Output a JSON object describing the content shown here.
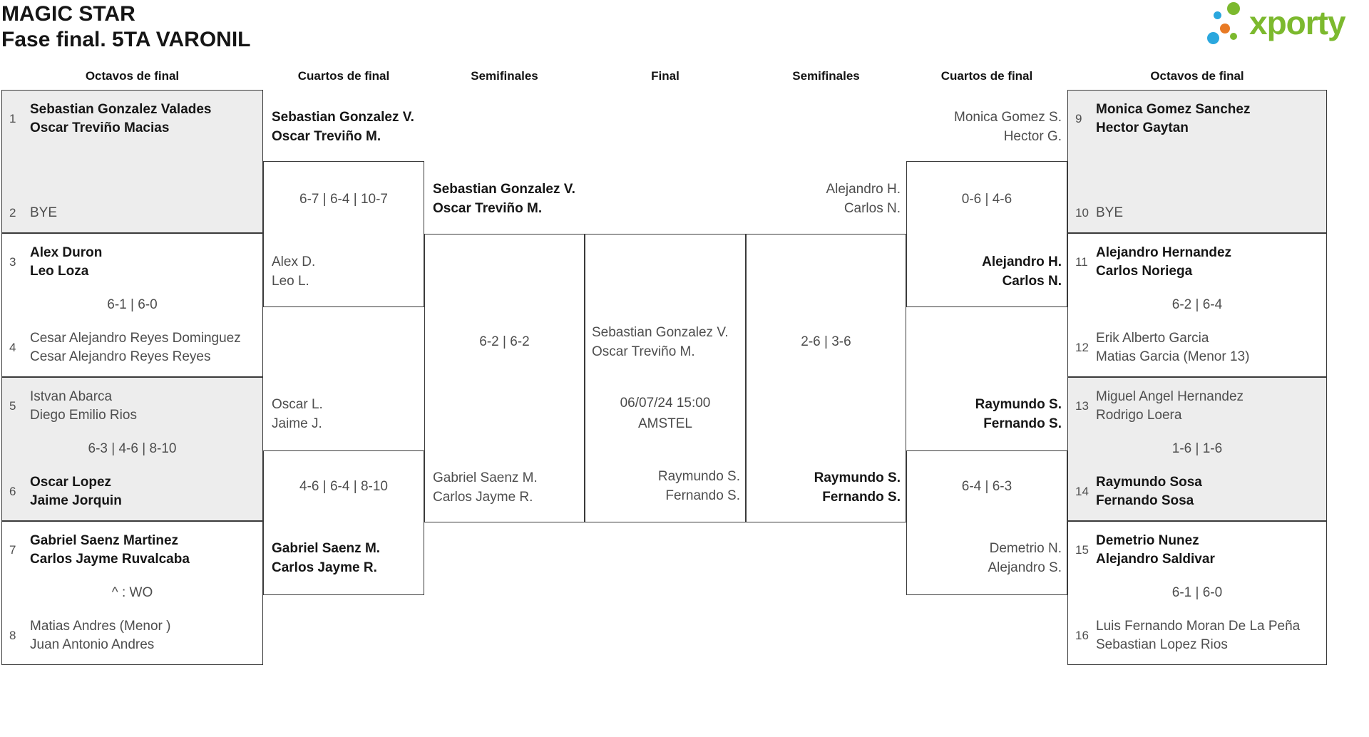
{
  "title": {
    "line1": "MAGIC STAR",
    "line2": "Fase final. 5TA VARONIL"
  },
  "logo": {
    "text": "xporty"
  },
  "colors": {
    "logo_green": "#7cb92e",
    "logo_blue": "#2aa7de",
    "logo_orange": "#e87a24",
    "box_gray": "#ededed",
    "border": "#3a3a3a"
  },
  "round_headers": [
    "Octavos de final",
    "Cuartos de final",
    "Semifinales",
    "Final",
    "Semifinales",
    "Cuartos de final",
    "Octavos de final"
  ],
  "octavos_left": [
    {
      "seed_top": "1",
      "team_top": [
        "Sebastian Gonzalez Valades",
        "Oscar Treviño Macias"
      ],
      "score": "",
      "seed_bottom": "2",
      "team_bottom": [
        "BYE"
      ]
    },
    {
      "seed_top": "3",
      "team_top": [
        "Alex Duron",
        "Leo Loza"
      ],
      "score": "6-1 | 6-0",
      "seed_bottom": "4",
      "team_bottom": [
        "Cesar Alejandro Reyes Dominguez",
        "Cesar Alejandro Reyes Reyes"
      ]
    },
    {
      "seed_top": "5",
      "team_top": [
        "Istvan Abarca",
        "Diego Emilio Rios"
      ],
      "score": "6-3 | 4-6 | 8-10",
      "seed_bottom": "6",
      "team_bottom": [
        "Oscar Lopez",
        "Jaime Jorquin"
      ]
    },
    {
      "seed_top": "7",
      "team_top": [
        "Gabriel Saenz Martinez",
        "Carlos Jayme Ruvalcaba"
      ],
      "score": "^ : WO",
      "seed_bottom": "8",
      "team_bottom": [
        "Matias Andres (Menor )",
        "Juan Antonio Andres"
      ]
    }
  ],
  "octavos_right": [
    {
      "seed_top": "9",
      "team_top": [
        "Monica Gomez Sanchez",
        "Hector Gaytan"
      ],
      "score": "",
      "seed_bottom": "10",
      "team_bottom": [
        "BYE"
      ]
    },
    {
      "seed_top": "11",
      "team_top": [
        "Alejandro Hernandez",
        "Carlos Noriega"
      ],
      "score": "6-2 | 6-4",
      "seed_bottom": "12",
      "team_bottom": [
        "Erik Alberto Garcia",
        "Matias Garcia (Menor 13)"
      ]
    },
    {
      "seed_top": "13",
      "team_top": [
        "Miguel Angel Hernandez",
        "Rodrigo Loera"
      ],
      "score": "1-6 | 1-6",
      "seed_bottom": "14",
      "team_bottom": [
        "Raymundo Sosa",
        "Fernando Sosa"
      ]
    },
    {
      "seed_top": "15",
      "team_top": [
        "Demetrio Nunez",
        "Alejandro Saldivar"
      ],
      "score": "6-1 | 6-0",
      "seed_bottom": "16",
      "team_bottom": [
        "Luis Fernando Moran De La Peña",
        "Sebastian Lopez Rios"
      ]
    }
  ],
  "cuartos_left": [
    {
      "team_top": [
        "Sebastian Gonzalez V.",
        "Oscar Treviño M."
      ],
      "score": "6-7 | 6-4 | 10-7",
      "team_bottom": [
        "Alex D.",
        "Leo L."
      ]
    },
    {
      "team_top": [
        "Oscar L.",
        "Jaime J."
      ],
      "score": "4-6 | 6-4 | 8-10",
      "team_bottom": [
        "Gabriel Saenz M.",
        "Carlos Jayme R."
      ]
    }
  ],
  "cuartos_right": [
    {
      "team_top": [
        "Monica Gomez S.",
        "Hector G."
      ],
      "score": "0-6 | 4-6",
      "team_bottom": [
        "Alejandro H.",
        "Carlos N."
      ]
    },
    {
      "team_top": [
        "Raymundo S.",
        "Fernando S."
      ],
      "score": "6-4 | 6-3",
      "team_bottom": [
        "Demetrio N.",
        "Alejandro S."
      ]
    }
  ],
  "semis_left": {
    "team_top": [
      "Sebastian Gonzalez V.",
      "Oscar Treviño M."
    ],
    "score": "6-2 | 6-2",
    "team_bottom": [
      "Gabriel Saenz M.",
      "Carlos Jayme R."
    ]
  },
  "semis_right": {
    "team_top": [
      "Alejandro H.",
      "Carlos N."
    ],
    "score": "2-6 | 3-6",
    "team_bottom": [
      "Raymundo S.",
      "Fernando S."
    ]
  },
  "final": {
    "team_top": [
      "Sebastian Gonzalez V.",
      "Oscar Treviño M."
    ],
    "datetime": "06/07/24 15:00",
    "venue": "AMSTEL",
    "team_bottom": [
      "Raymundo S.",
      "Fernando S."
    ]
  }
}
